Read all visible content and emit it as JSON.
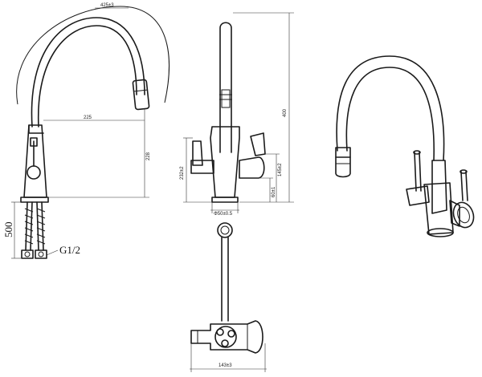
{
  "dimensions": {
    "arc_diameter": "425±3",
    "spout_reach": "225",
    "spout_height": "228",
    "total_height": "400",
    "lever_height_left": "232±2",
    "lever_height_right": "145±2",
    "base_to_lever": "60±1",
    "base_diameter": "Φ50±0.5",
    "hose_length": "500",
    "thread": "G1/2",
    "body_width": "143±3"
  }
}
